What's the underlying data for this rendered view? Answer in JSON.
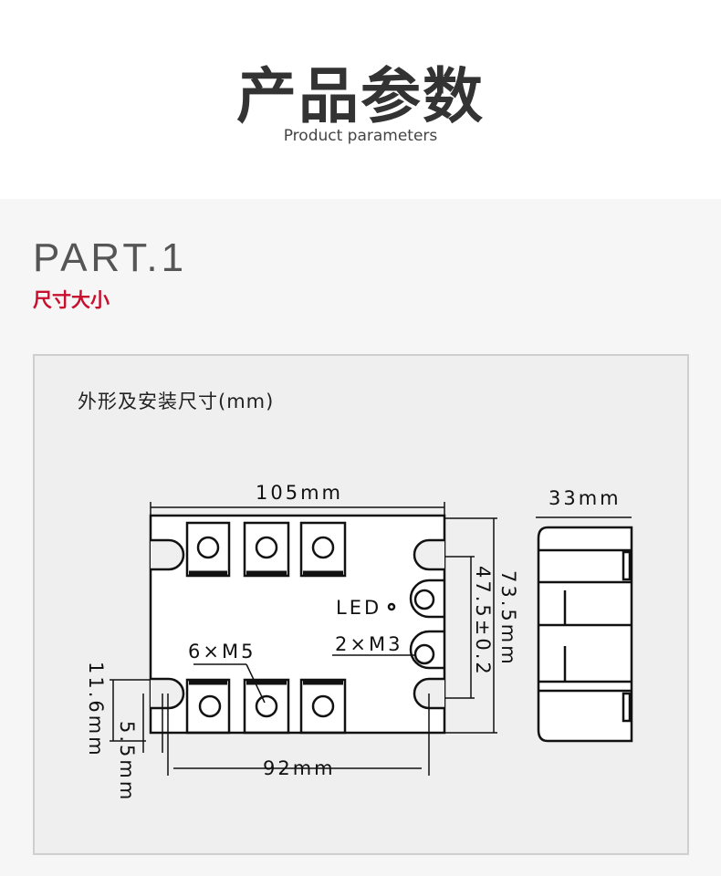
{
  "header": {
    "title": "产品参数",
    "subtitle": "Product parameters"
  },
  "section": {
    "part": "PART.1",
    "label": "尺寸大小"
  },
  "diagram": {
    "title": "外形及安装尺寸(mm)",
    "labels": {
      "width": "105mm",
      "height": "73.5mm",
      "mount_spacing_v": "47.5±0.2",
      "mount_spacing_h": "92mm",
      "depth": "33mm",
      "slot_height": "11.6mm",
      "slot_width": "5.5mm",
      "led": "LED",
      "screws_main": "6×M5",
      "screws_ctrl": "2×M3"
    }
  }
}
